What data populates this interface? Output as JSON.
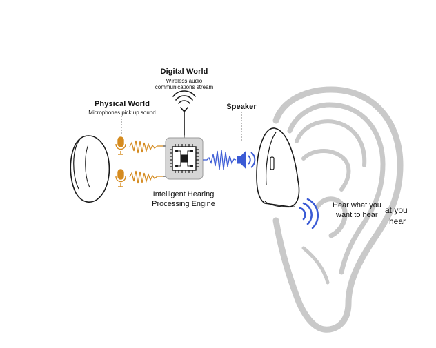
{
  "diagram": {
    "digital_world": {
      "title": "Digital World",
      "subtitle_line1": "Wireless audio",
      "subtitle_line2": "communications stream"
    },
    "physical_world": {
      "title": "Physical World",
      "subtitle": "Microphones pick up sound"
    },
    "speaker": {
      "label": "Speaker"
    },
    "engine": {
      "line1": "Intelligent Hearing",
      "line2": "Processing Engine"
    },
    "output": {
      "line1": "Hear what you",
      "line2": "want to hear"
    },
    "ghost_text": {
      "line1": "at you",
      "line2": "hear"
    },
    "icons": {
      "antenna": "antenna-icon",
      "microphone": "microphone-icon",
      "chip": "chip-icon",
      "speaker": "speaker-icon"
    },
    "colors": {
      "mic_orange": "#d58b1f",
      "wave_blue": "#3b5bd5",
      "ear_gray": "#c9c9c9",
      "outline": "#1a1a1a"
    }
  }
}
